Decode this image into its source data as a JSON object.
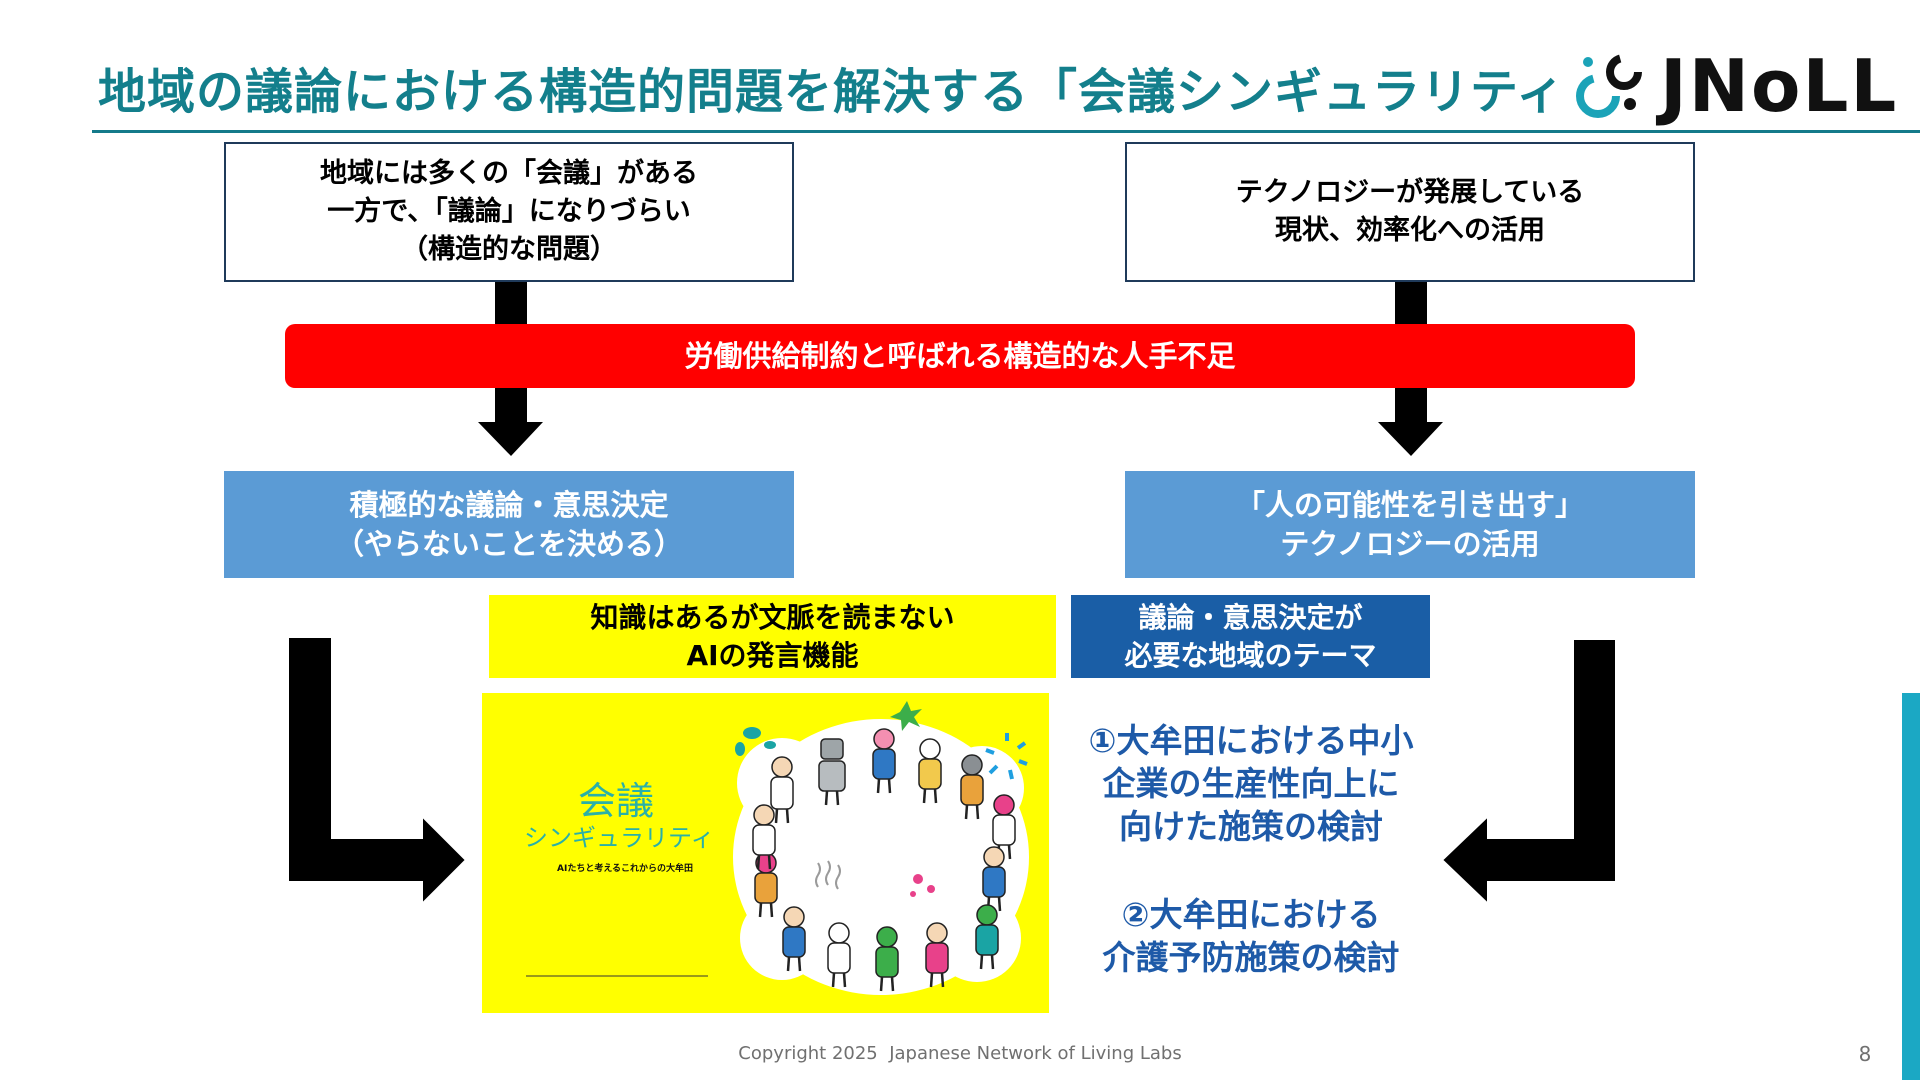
{
  "title": "地域の議論における構造的問題を解決する「会議シンギュラリティ",
  "logo": {
    "text": "JNoLL",
    "icon": "molecule-logo-icon"
  },
  "top_left_box": {
    "lines": [
      "地域には多くの「会議」がある",
      "一方で、「議論」になりづらい",
      "（構造的な問題）"
    ]
  },
  "top_right_box": {
    "lines": [
      "テクノロジーが発展している",
      "現状、効率化への活用"
    ]
  },
  "banner": {
    "text": "労働供給制約と呼ばれる構造的な人手不足"
  },
  "left_result": {
    "lines": [
      "積極的な議論・意思決定",
      "（やらないことを決める）"
    ]
  },
  "right_result": {
    "lines": [
      "「人の可能性を引き出す」",
      "テクノロジーの活用"
    ]
  },
  "ai_box": {
    "lines": [
      "知識はあるが文脈を読まない",
      "AIの発言機能"
    ]
  },
  "theme_box": {
    "lines": [
      "議論・意思決定が",
      "必要な地域のテーマ"
    ]
  },
  "poster": {
    "title_1": "会議",
    "title_2": "シンギュラリティ",
    "subtitle": "AIたちと考えるこれからの大牟田"
  },
  "themes": {
    "item_1": [
      "①大牟田における中小",
      "企業の生産性向上に",
      "向けた施策の検討"
    ],
    "item_2": [
      "②大牟田における",
      "介護予防施策の検討"
    ]
  },
  "footer": {
    "copyright": "Copyright 2025  Japanese Network of Living Labs",
    "page_number": "8"
  },
  "icons": {
    "flow_arrows": [
      "down-arrow-icon",
      "down-arrow-icon",
      "bent-right-arrow-icon",
      "bent-left-arrow-icon"
    ]
  },
  "colors": {
    "title": "#137f8c",
    "banner": "#ff0000",
    "result_box": "#5b9bd5",
    "ai_box": "#ffff00",
    "theme_box": "#1a5ea6",
    "theme_text": "#1e5aa8",
    "accent_bar": "#1ba8c4"
  }
}
